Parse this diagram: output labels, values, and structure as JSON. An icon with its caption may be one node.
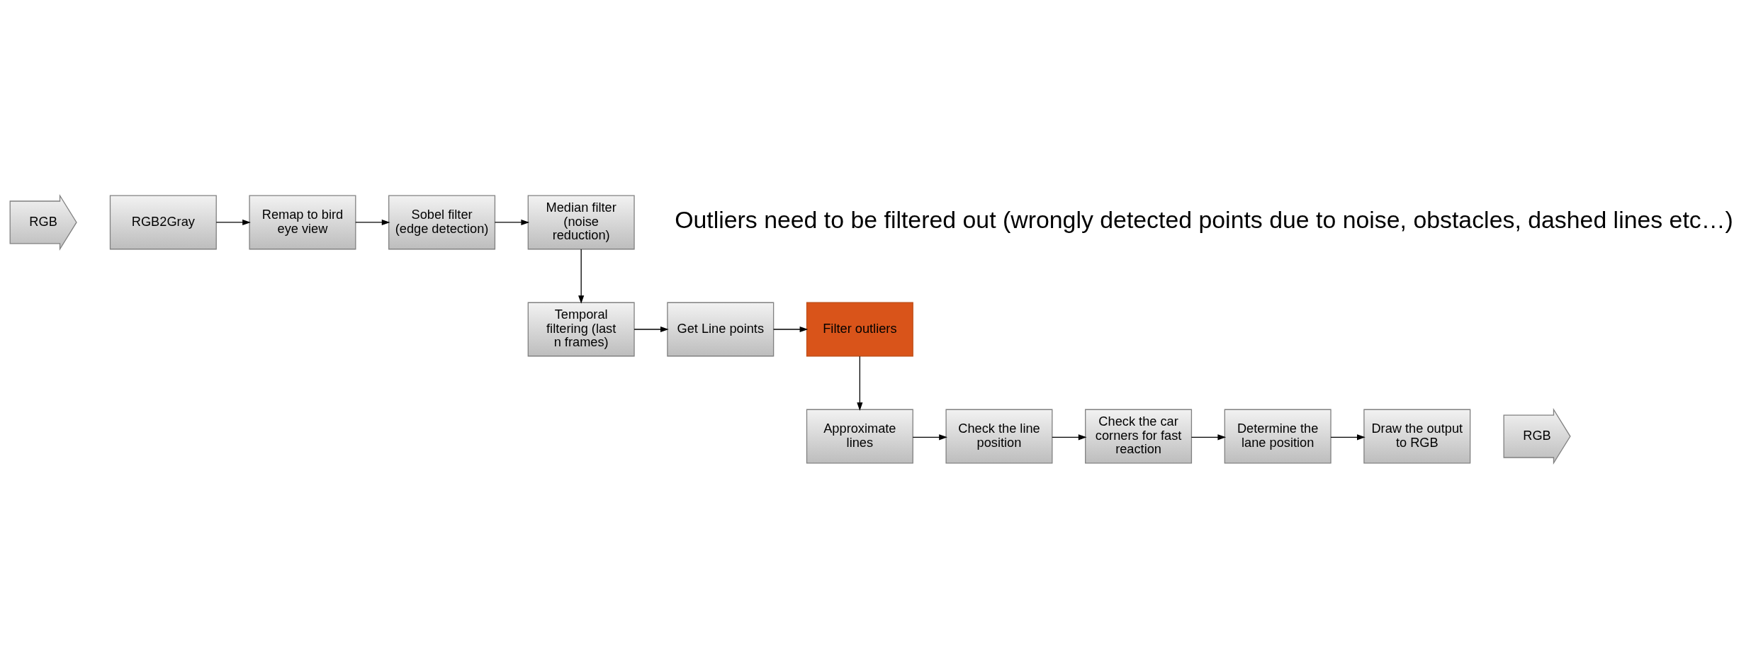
{
  "diagram": {
    "nodes": [
      {
        "text": [
          "RGB"
        ]
      },
      {
        "text": [
          "RGB2Gray"
        ]
      },
      {
        "text": [
          "Remap to bird eye view"
        ]
      },
      {
        "text": [
          "Sobel filter (edge detection)"
        ]
      },
      {
        "text": [
          "Median filter (noise reduction)"
        ]
      },
      {
        "text": [
          "Temporal filtering (last n frames)"
        ]
      },
      {
        "text": [
          "Get Line points"
        ]
      },
      {
        "text": [
          "Filter outliers"
        ]
      },
      {
        "text": [
          "Approximate lines"
        ]
      },
      {
        "text": [
          "Check the line position"
        ]
      },
      {
        "text": [
          "Check the car corners for fast reaction"
        ]
      },
      {
        "text": [
          "Determine the lane position"
        ]
      },
      {
        "text": [
          "Draw the output to RGB"
        ]
      },
      {
        "text": [
          "RGB"
        ]
      }
    ],
    "edges": [
      {
        "from": 1,
        "to": 2,
        "arrow": "to"
      },
      {
        "from": 2,
        "to": 3,
        "arrow": "to"
      },
      {
        "from": 3,
        "to": 4,
        "arrow": "to"
      },
      {
        "from": 4,
        "to": 5,
        "arrow": "to"
      },
      {
        "from": 5,
        "to": 6,
        "arrow": "to"
      },
      {
        "from": 6,
        "to": 7,
        "arrow": "to"
      },
      {
        "from": 7,
        "to": 8,
        "arrow": "to"
      },
      {
        "from": 8,
        "to": 9,
        "arrow": "to"
      },
      {
        "from": 9,
        "to": 10,
        "arrow": "to"
      },
      {
        "from": 10,
        "to": 11,
        "arrow": "to"
      },
      {
        "from": 11,
        "to": 12,
        "arrow": "to"
      }
    ],
    "labels": [
      "Outliers need to be filtered out (wrongly detected points due to noise, obstacles, dashed lines etc…)"
    ]
  }
}
